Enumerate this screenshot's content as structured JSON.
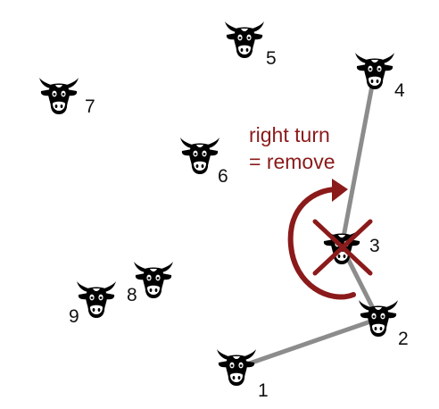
{
  "annotation": {
    "line1": "right turn",
    "line2": "= remove",
    "color": "#8b1a1a"
  },
  "colors": {
    "edge": "#8c8c8c",
    "cow": "#000000",
    "cross": "#8b1a1a",
    "arrow": "#8b1a1a"
  },
  "icon": "cow-head-icon",
  "cows": [
    {
      "id": "1",
      "label": "1"
    },
    {
      "id": "2",
      "label": "2"
    },
    {
      "id": "3",
      "label": "3",
      "removed": true
    },
    {
      "id": "4",
      "label": "4"
    },
    {
      "id": "5",
      "label": "5"
    },
    {
      "id": "6",
      "label": "6"
    },
    {
      "id": "7",
      "label": "7"
    },
    {
      "id": "8",
      "label": "8"
    },
    {
      "id": "9",
      "label": "9"
    }
  ],
  "edges": [
    {
      "from": "1",
      "to": "2"
    },
    {
      "from": "2",
      "to": "3"
    },
    {
      "from": "3",
      "to": "4"
    }
  ]
}
